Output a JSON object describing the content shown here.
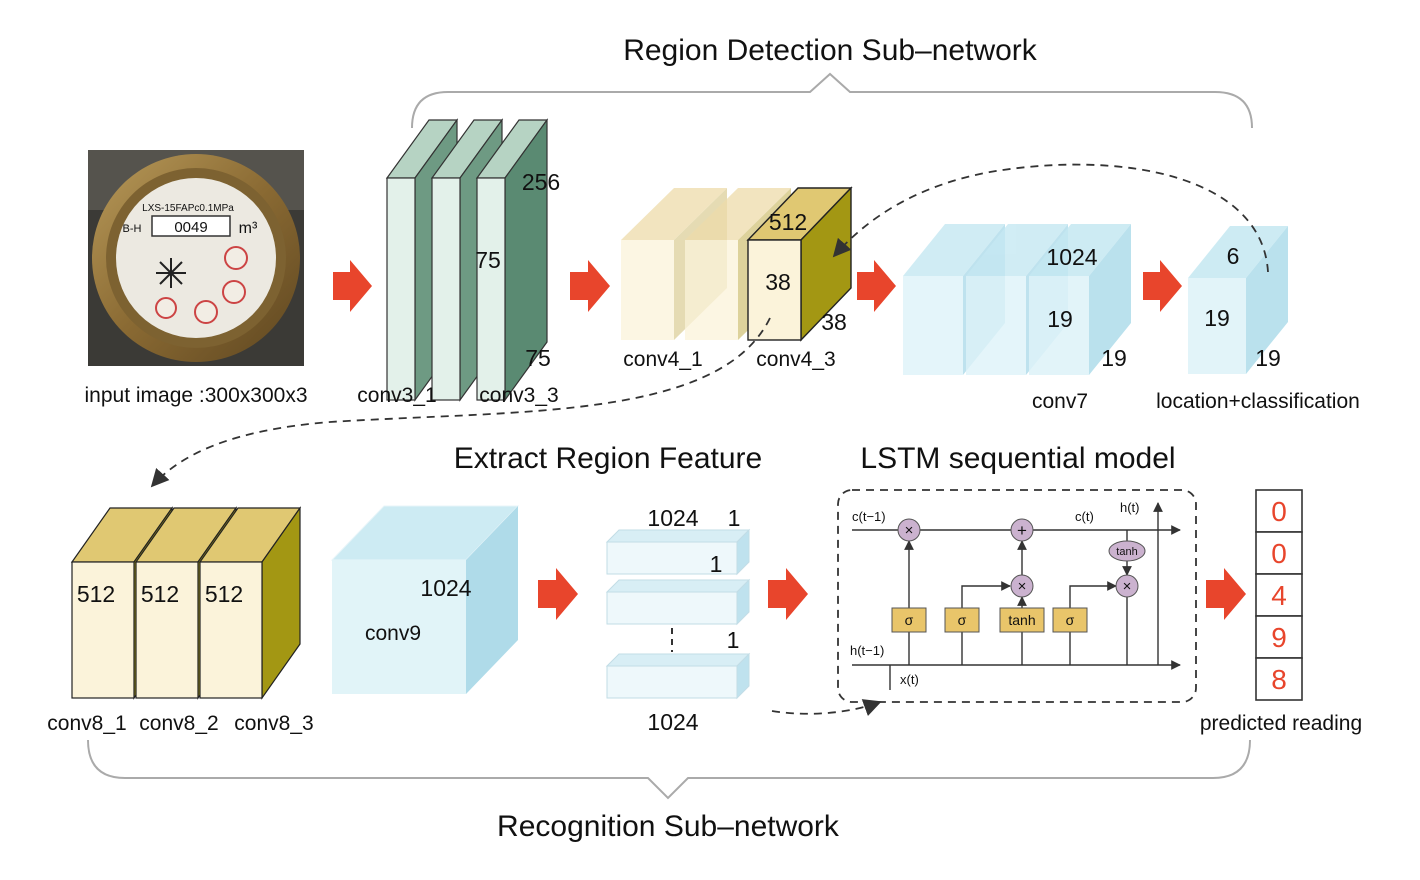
{
  "titles": {
    "region_detection": "Region Detection Sub–network",
    "extract_region": "Extract Region Feature",
    "lstm_model": "LSTM sequential model",
    "recognition": "Recognition Sub–network"
  },
  "labels": {
    "input_image": "input image :300x300x3",
    "conv3_1": "conv3_1",
    "conv3_3": "conv3_3",
    "conv4_1": "conv4_1",
    "conv4_3": "conv4_3",
    "conv7": "conv7",
    "location_classification": "location+classification",
    "conv8_1": "conv8_1",
    "conv8_2": "conv8_2",
    "conv8_3": "conv8_3",
    "conv9": "conv9",
    "predicted_reading": "predicted reading"
  },
  "dims": {
    "conv3_channels": "256",
    "conv3_height": "75",
    "conv3_width": "75",
    "conv4_channels": "512",
    "conv4_height": "38",
    "conv4_width": "38",
    "conv7_channels": "1024",
    "conv7_height": "19",
    "conv7_width": "19",
    "loc_channels": "6",
    "loc_height": "19",
    "loc_width": "19",
    "conv8_1_channels": "512",
    "conv8_2_channels": "512",
    "conv8_3_channels": "512",
    "conv9_channels": "1024",
    "feat_top_width": "1024",
    "feat_top_height": "1",
    "feat_mid_height": "1",
    "feat_lower_height": "1",
    "feat_bottom_width": "1024"
  },
  "lstm": {
    "c_prev": "c(t−1)",
    "c_t": "c(t)",
    "h_t": "h(t)",
    "h_prev": "h(t−1)",
    "x_t": "x(t)",
    "sigma": "σ",
    "tanh": "tanh",
    "times": "×",
    "plus": "+"
  },
  "meter": {
    "model": "LXS-15FAPc0.1MPa",
    "reading": "0049",
    "unit": "m³",
    "prefix": "B-H"
  },
  "prediction": {
    "digits": [
      "0",
      "0",
      "4",
      "9",
      "8"
    ]
  },
  "colors": {
    "arrow": "#e8452c",
    "conv3_face": "#e3f1ea",
    "conv3_side": "#5a8a72",
    "conv4_face": "#fbf3da",
    "conv4_side": "#a39713",
    "conv4_top": "#e0c872",
    "conv7_face": "#def3f9",
    "conv7_side": "#aedcea",
    "gate": "#e9c56a",
    "op_node": "#cbb2cf"
  }
}
